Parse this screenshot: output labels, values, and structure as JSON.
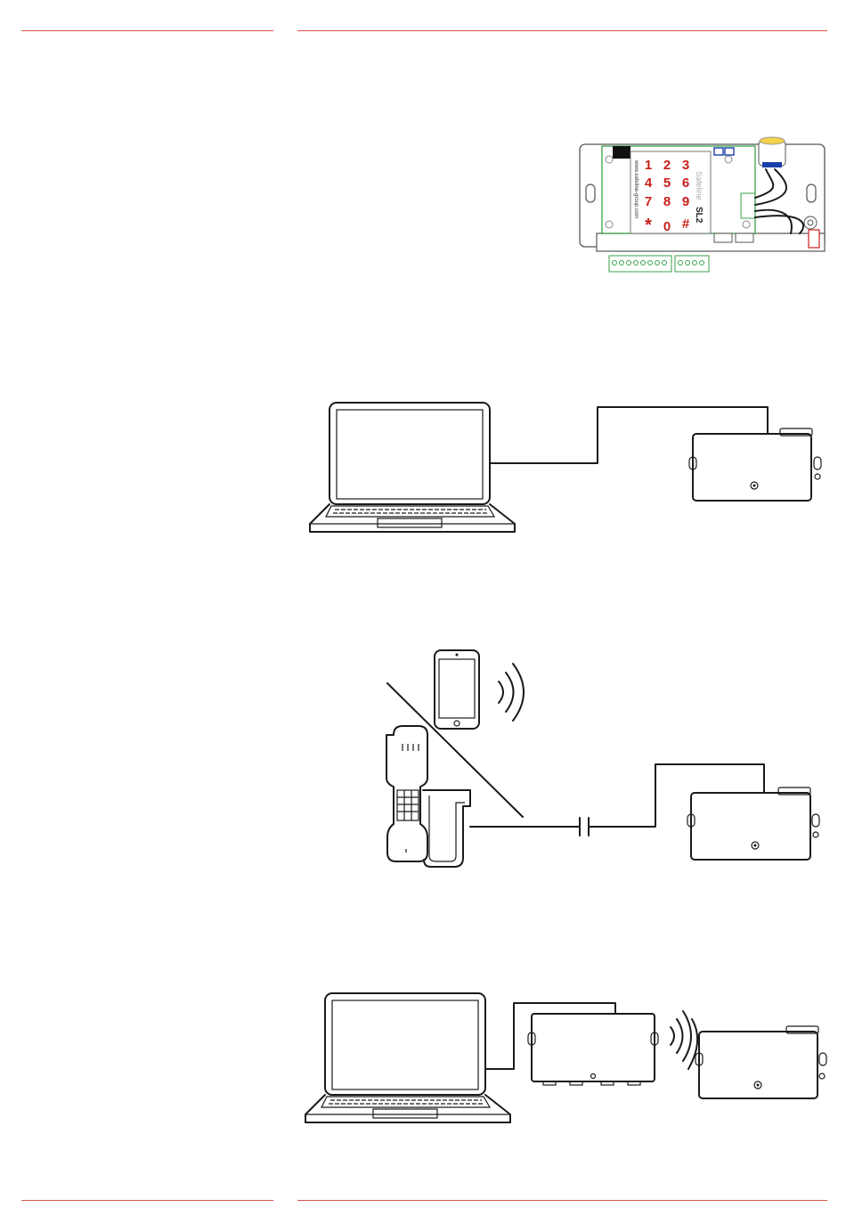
{
  "board": {
    "keys": [
      "1",
      "2",
      "3",
      "4",
      "5",
      "6",
      "7",
      "8",
      "9",
      "*",
      "0",
      "#"
    ],
    "model": "SL2",
    "brand": "Safeline",
    "url": "www.safeline-group.com",
    "accent_color": "#c8201c",
    "terminal_color": "#3aa24a"
  },
  "rules": {
    "color": "#d9534a"
  },
  "icons": [
    "laptop-icon",
    "lift-controller-icon",
    "smartphone-icon",
    "telephone-handset-icon",
    "wireless-signal-icon",
    "interface-unit-icon"
  ]
}
